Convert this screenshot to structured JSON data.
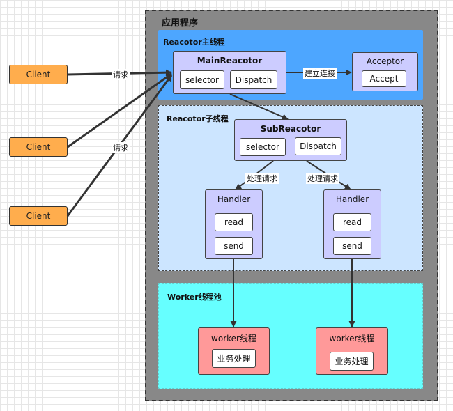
{
  "clients": [
    "Client",
    "Client",
    "Client"
  ],
  "app": {
    "title": "应用程序",
    "main": {
      "title": "Reacotor主线程",
      "reactor": {
        "title": "MainReacotor",
        "buttons": [
          "selector",
          "Dispatch"
        ]
      },
      "acceptor": {
        "title": "Acceptor",
        "button": "Accept"
      },
      "link_label": "建立连接"
    },
    "sub": {
      "title": "Reacotor子线程",
      "reactor": {
        "title": "SubReacotor",
        "buttons": [
          "selector",
          "Dispatch"
        ]
      },
      "handle_labels": [
        "处理请求",
        "处理请求"
      ],
      "handlers": [
        {
          "title": "Handler",
          "buttons": [
            "read",
            "send"
          ]
        },
        {
          "title": "Handler",
          "buttons": [
            "read",
            "send"
          ]
        }
      ]
    },
    "workers": {
      "title": "Worker线程池",
      "items": [
        {
          "title": "worker线程",
          "task": "业务处理"
        },
        {
          "title": "worker线程",
          "task": "业务处理"
        }
      ]
    }
  },
  "request_labels": [
    "请求",
    "请求"
  ],
  "colors": {
    "client": "#ffad4d",
    "app": "#888888",
    "main_panel": "#4da6ff",
    "sub_panel": "#cce5ff",
    "worker_panel": "#66ffff",
    "component": "#ccccff",
    "worker": "#ff9999",
    "arrow": "#333333"
  }
}
